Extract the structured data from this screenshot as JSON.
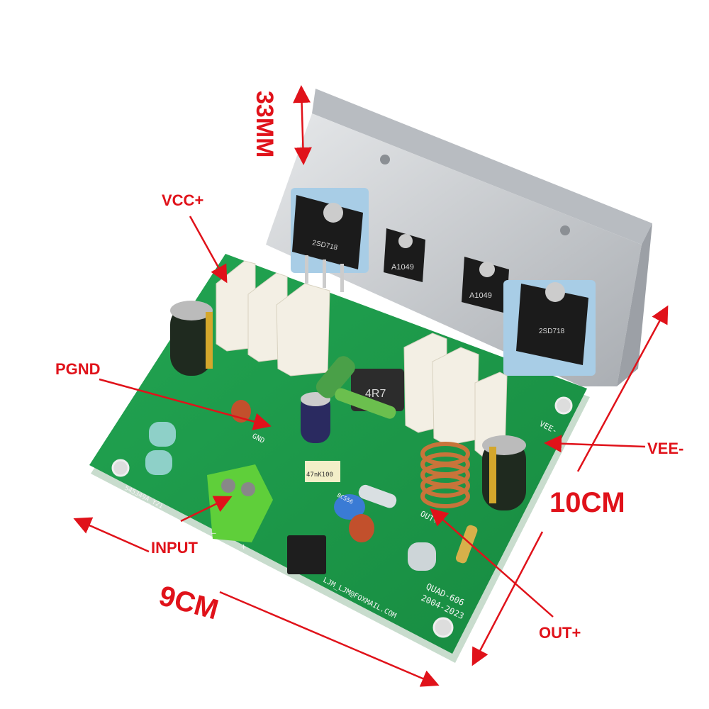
{
  "annotations": {
    "height_label": "33MM",
    "vcc_label": "VCC+",
    "pgnd_label": "PGND",
    "vee_label": "VEE-",
    "length_label": "10CM",
    "input_label": "INPUT",
    "width_label": "9CM",
    "out_label": "OUT+"
  },
  "silkscreen": {
    "model": "QUAD-606",
    "years": "2004-2023",
    "email": "LJM_LJM@FOXMAIL.COM",
    "board_id": "545349A_Y21",
    "gnd": "GND",
    "out": "OUT+",
    "vee": "VEE-",
    "minus": "—",
    "plus": "+"
  },
  "components": {
    "big_transistor": "2SD718",
    "small_transistor": "A1049",
    "inductor": "4R7",
    "film_cap": "47nK100",
    "transistor_small": "BC556"
  },
  "colors": {
    "annotation": "#e0121a",
    "pcb": "#1f9a4a",
    "heatsink": "#c9ccd0",
    "terminal": "#5fcf3a"
  }
}
